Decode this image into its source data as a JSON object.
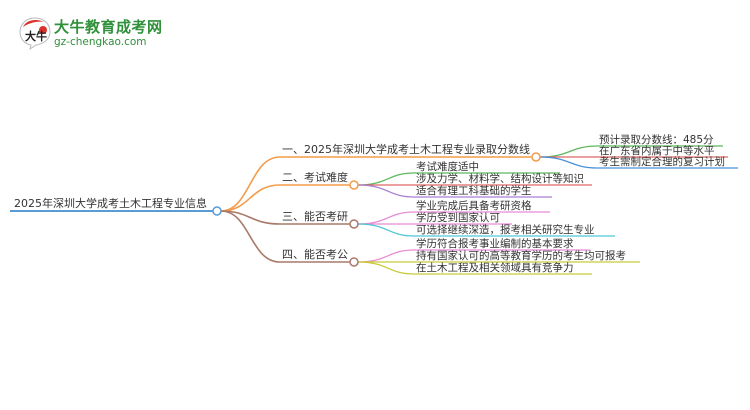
{
  "logo": {
    "title": "大牛教育成考网",
    "url": "gz-chengkao.com",
    "badge_text": "大牛",
    "brand_color": "#2f8f3a"
  },
  "mindmap": {
    "root": {
      "label": "2025年深圳大学成考土木工程专业信息",
      "color": "#5b9bd5"
    },
    "branches": [
      {
        "label": "一、2025年深圳大学成考土木工程专业录取分数线",
        "color": "#f39c4a",
        "children": [
          {
            "label": "预计录取分数线：485分",
            "color": "#5cb85c"
          },
          {
            "label": "在广东省内属于中等水平",
            "color": "#e06666"
          },
          {
            "label": "考生需制定合理的复习计划",
            "color": "#4a90d9"
          }
        ]
      },
      {
        "label": "二、考试难度",
        "color": "#f39c4a",
        "children": [
          {
            "label": "考试难度适中",
            "color": "#5cb85c"
          },
          {
            "label": "涉及力学、材料学、结构设计等知识",
            "color": "#e06666"
          },
          {
            "label": "适合有理工科基础的学生",
            "color": "#a97fd6"
          }
        ]
      },
      {
        "label": "三、能否考研",
        "color": "#a97a6a",
        "children": [
          {
            "label": "学业完成后具备考研资格",
            "color": "#e88ad6"
          },
          {
            "label": "学历受到国家认可",
            "color": "#e88ad6"
          },
          {
            "label": "可选择继续深造，报考相关研究生专业",
            "color": "#4fc6d6"
          }
        ]
      },
      {
        "label": "四、能否考公",
        "color": "#a97a6a",
        "children": [
          {
            "label": "学历符合报考事业编制的基本要求",
            "color": "#e88ad6"
          },
          {
            "label": "持有国家认可的高等教育学历的考生均可报考",
            "color": "#c9c93a"
          },
          {
            "label": "在土木工程及相关领域具有竞争力",
            "color": "#c9c93a"
          }
        ]
      }
    ]
  }
}
